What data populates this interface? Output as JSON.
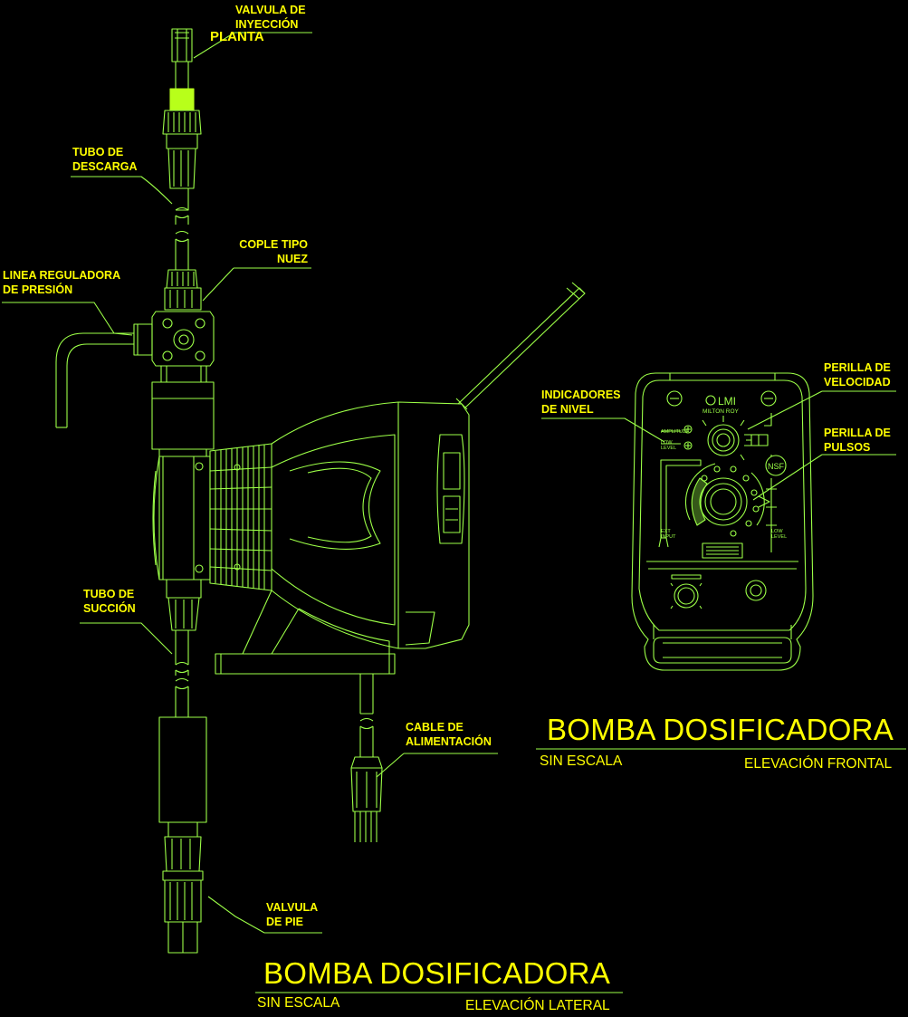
{
  "colors": {
    "background": "#000000",
    "linework": "#9cff47",
    "text": "#ffff00",
    "highlight": "#c8ff00"
  },
  "labels": {
    "valvula_inyeccion": [
      "VALVULA DE",
      "INYECCIÓN"
    ],
    "planta": "PLANTA",
    "tubo_descarga": [
      "TUBO  DE",
      "DESCARGA"
    ],
    "cople_tipo_nuez": [
      "COPLE TIPO",
      "NUEZ"
    ],
    "linea_reguladora": [
      "LINEA REGULADORA",
      "DE PRESIÓN"
    ],
    "tubo_succion": [
      "TUBO  DE",
      "SUCCIÓN"
    ],
    "cable_alimentacion": [
      "CABLE DE",
      "ALIMENTACIÓN"
    ],
    "valvula_pie": [
      "VALVULA",
      "DE PIE"
    ],
    "indicadores_nivel": [
      "INDICADORES",
      "DE NIVEL"
    ],
    "perilla_velocidad": [
      "PERILLA DE",
      "VELOCIDAD"
    ],
    "perilla_pulsos": [
      "PERILLA DE",
      "PULSOS"
    ]
  },
  "panel": {
    "brand": "LMI",
    "maker": "MILTON ROY",
    "cert": "NSF"
  },
  "titles": {
    "frontal": {
      "title": "BOMBA DOSIFICADORA",
      "scale": "SIN ESCALA",
      "view": "ELEVACIÓN FRONTAL"
    },
    "lateral": {
      "title": "BOMBA DOSIFICADORA",
      "scale": "SIN ESCALA",
      "view": "ELEVACIÓN LATERAL"
    }
  }
}
